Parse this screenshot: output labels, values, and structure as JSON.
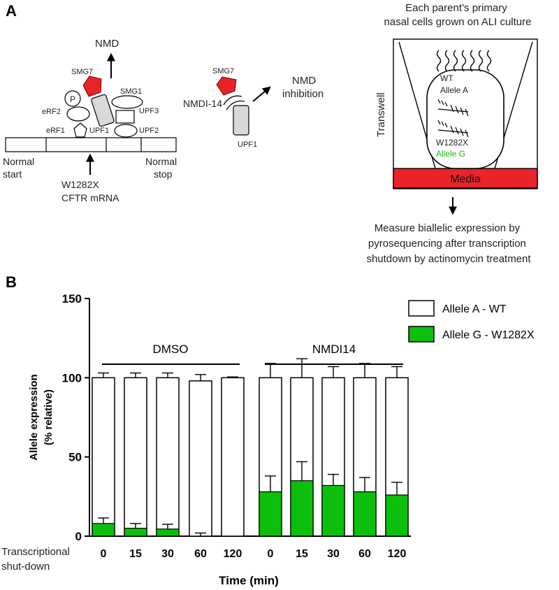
{
  "panel_a": {
    "letter": "A",
    "nmd": "NMD",
    "smg7": "SMG7",
    "smg1": "SMG1",
    "p": "P",
    "erf2": "eRF2",
    "erf1": "eRF1",
    "upf1": "UPF1",
    "upf3": "UPF3",
    "upf2": "UPF2",
    "normal_start": [
      "Normal",
      "start"
    ],
    "normal_stop": [
      "Normal",
      "stop"
    ],
    "mrna": [
      "W1282X",
      "CFTR mRNA"
    ],
    "smg7_b": "SMG7",
    "nmdi": "NMDI-14",
    "nmd_inhibition": [
      "NMD",
      "inhibition"
    ],
    "upf1_b": "UPF1",
    "culture_title": [
      "Each parent’s primary",
      "nasal cells grown on ALI culture"
    ],
    "transwell": "Transwell",
    "wt": "WT",
    "allele_a": "Allele  A",
    "w1282x": "W1282X",
    "allele_g": "Allele  G",
    "media": "Media",
    "measure": [
      "Measure biallelic  expression  by",
      "pyrosequencing after transcription",
      "shutdown by actinomycin treatment"
    ]
  },
  "panel_b": {
    "letter": "B",
    "prefix": [
      "Transcriptional",
      "shut-down"
    ]
  },
  "colors": {
    "green": "#0cbf0c",
    "red": "#e8232a",
    "green_text": "#18b818",
    "grey_box": "#d9d9d9"
  },
  "chart_data": {
    "type": "bar",
    "stacked": true,
    "categories": [
      "0",
      "15",
      "30",
      "60",
      "120",
      "0",
      "15",
      "30",
      "60",
      "120"
    ],
    "groups": [
      {
        "label": "DMSO",
        "indices": [
          0,
          1,
          2,
          3,
          4
        ]
      },
      {
        "label": "NMDI14",
        "indices": [
          5,
          6,
          7,
          8,
          9
        ]
      }
    ],
    "series": [
      {
        "name": "Allele A - WT",
        "color": "#ffffff",
        "values": [
          92,
          95,
          95.5,
          98,
          100
        ],
        "totals": [
          100,
          100,
          100,
          98,
          100
        ],
        "error": [
          3,
          3,
          3,
          4,
          0.5
        ]
      },
      {
        "name": "Allele G - W1282X",
        "color": "#0cbf0c",
        "values": [
          8,
          5,
          4.5,
          0,
          0,
          28,
          35,
          32,
          28,
          26
        ],
        "error": [
          3.5,
          3,
          3,
          2,
          0,
          10,
          12,
          7,
          9,
          8
        ]
      }
    ],
    "totals": [
      100,
      100,
      100,
      98,
      100,
      100,
      100,
      100,
      100,
      100
    ],
    "total_error": [
      3,
      3,
      3,
      4,
      0.5,
      9,
      12,
      7,
      9,
      7
    ],
    "ylabel": [
      "Allele expression",
      "(% relative)"
    ],
    "xlabel": "Time (min)",
    "ylim": [
      0,
      150
    ],
    "yticks": [
      0,
      50,
      100,
      150
    ],
    "legend_position": "top-right"
  }
}
